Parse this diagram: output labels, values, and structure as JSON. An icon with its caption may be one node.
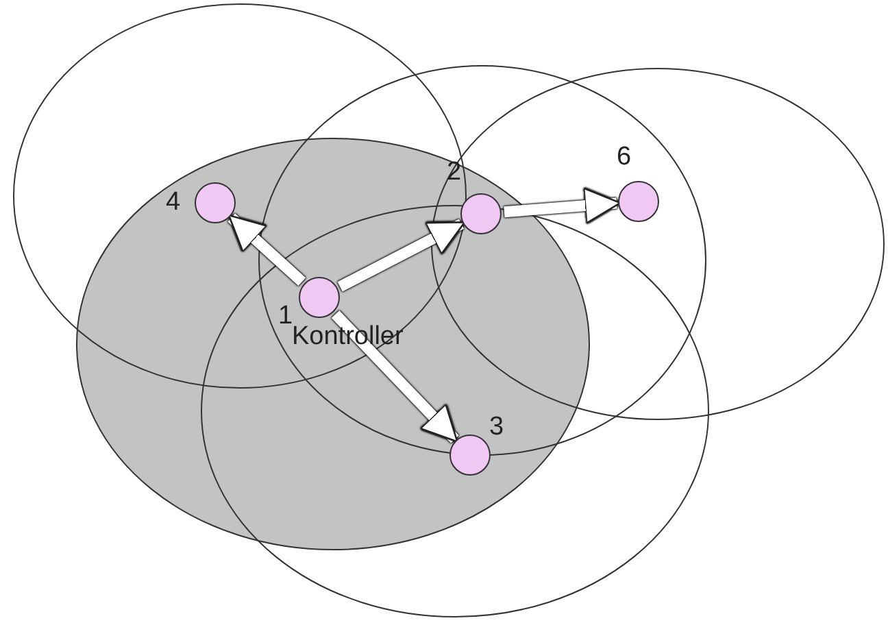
{
  "diagram": {
    "nodes": [
      {
        "text": [
          "4"
        ]
      },
      {
        "text": [
          "2"
        ]
      },
      {
        "text": [
          "6"
        ]
      },
      {
        "text": [
          "1"
        ],
        "beside": [
          "Kontroller"
        ]
      },
      {
        "text": [
          "3"
        ]
      }
    ],
    "edges": [
      {
        "from": 3,
        "to": 0,
        "arrow": "to"
      },
      {
        "from": 3,
        "to": 1,
        "arrow": "to"
      },
      {
        "from": 1,
        "to": 2,
        "arrow": "to"
      },
      {
        "from": 3,
        "to": 4,
        "arrow": "to"
      }
    ]
  }
}
